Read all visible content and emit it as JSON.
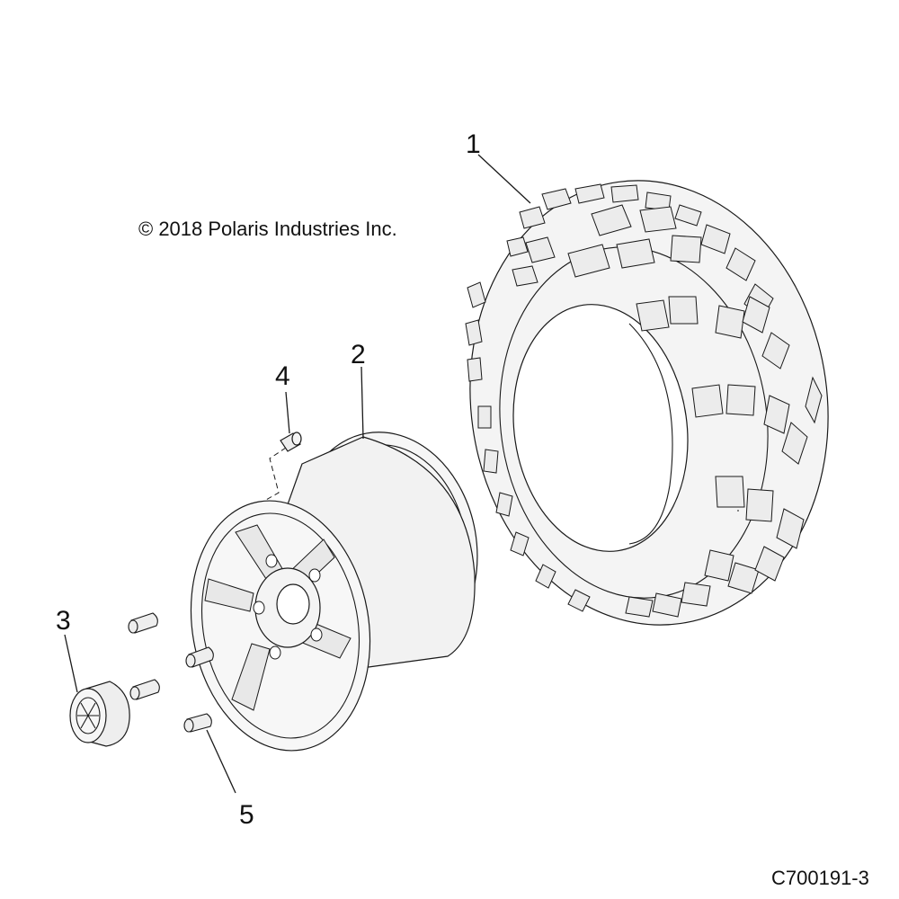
{
  "copyright": "© 2018 Polaris Industries Inc.",
  "drawing_id": "C700191-3",
  "callouts": [
    {
      "number": "1",
      "part": "tire"
    },
    {
      "number": "2",
      "part": "wheel"
    },
    {
      "number": "3",
      "part": "center-cap"
    },
    {
      "number": "4",
      "part": "valve-stem"
    },
    {
      "number": "5",
      "part": "lug-nut"
    }
  ],
  "colors": {
    "line": "#1a1a1a",
    "part_fill": "#f4f4f4",
    "part_shade": "#e2e2e2",
    "background": "#ffffff"
  }
}
